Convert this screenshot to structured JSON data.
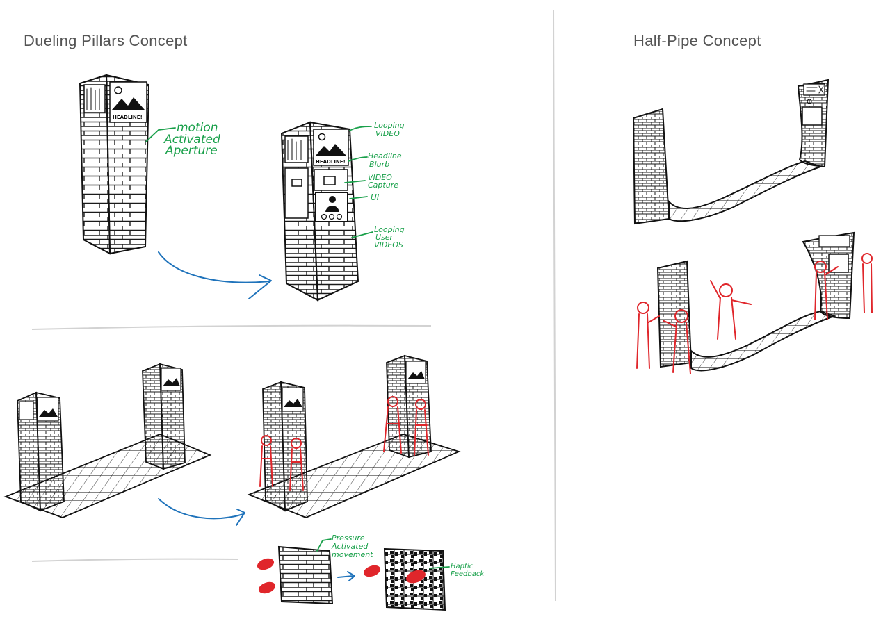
{
  "sections": {
    "left_title": "Dueling Pillars Concept",
    "right_title": "Half-Pipe Concept"
  },
  "pillar_text": {
    "headline": "HEADLINE!"
  },
  "annotations": {
    "motion": [
      "motion",
      "Activated",
      "Aperture"
    ],
    "looping_video": [
      "Looping",
      "VIDEO"
    ],
    "headline_blurb": [
      "Headline",
      "Blurb"
    ],
    "video_capture": [
      "VIDEO",
      "Capture"
    ],
    "ui": [
      "UI"
    ],
    "looping_user_videos": [
      "Looping",
      "User",
      "VIDEOS"
    ],
    "pressure": [
      "Pressure",
      "Activated",
      "movement"
    ],
    "haptic": [
      "Haptic",
      "Feedback"
    ]
  },
  "colors": {
    "annotation_green": "#19a04a",
    "figure_red": "#e0262b",
    "arrow_blue": "#1f73bb",
    "ink": "#111111"
  }
}
